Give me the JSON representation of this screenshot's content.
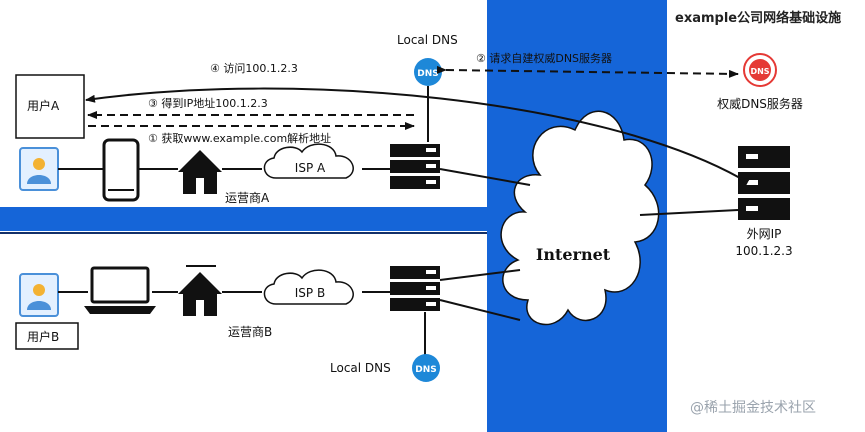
{
  "title": "example公司网络基础设施",
  "internet_label": "Internet",
  "user_a": "用户A",
  "user_b": "用户B",
  "isp_a": "ISP A",
  "isp_b": "ISP B",
  "carrier_a": "运营商A",
  "carrier_b": "运营商B",
  "local_dns_top": "Local DNS",
  "local_dns_bottom": "Local DNS",
  "auth_dns": "权威DNS服务器",
  "external_ip_label": "外网IP",
  "external_ip": "100.1.2.3",
  "dns_badge": "DNS",
  "steps": {
    "s1": "① 获取www.example.com解析地址",
    "s2": "② 请求自建权威DNS服务器",
    "s3": "③ 得到IP地址100.1.2.3",
    "s4": "④ 访问100.1.2.3"
  },
  "watermark": "@稀土掘金技术社区",
  "colors": {
    "blue": "#1565d8",
    "navy": "#143068",
    "dns_blue": "#1e88d8",
    "dns_red": "#e53935"
  }
}
